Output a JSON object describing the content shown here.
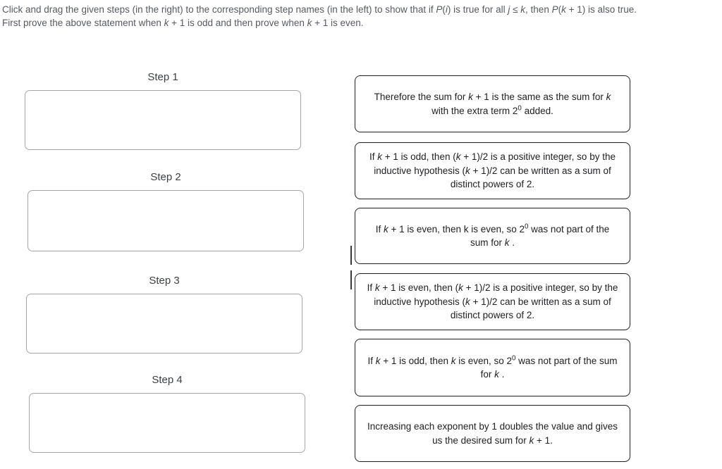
{
  "instructions": {
    "line1_html": "Click and drag the given steps (in the right) to the corresponding step names (in the left) to show that if <i>P</i>(<i>i</i>) is true for all <i>j</i> ≤ <i>k</i>, then <i>P</i>(<i>k</i> + 1) is also true.",
    "line2_html": "First prove the above statement when <i>k</i> + 1 is odd and then prove when <i>k</i> + 1 is even."
  },
  "steps": [
    {
      "label": "Step 1"
    },
    {
      "label": "Step 2"
    },
    {
      "label": "Step 3"
    },
    {
      "label": "Step 4"
    }
  ],
  "cards": [
    {
      "text_html": "Therefore the sum for <i>k</i> + 1 is the same as the sum for <i>k</i> with the extra term 2<sup>0</sup> added."
    },
    {
      "text_html": "If <i>k</i> + 1 is odd, then (<i>k</i> + 1)/2 is a positive integer, so by the inductive hypothesis (<i>k</i> + 1)/2 can be written as a sum of distinct powers of 2."
    },
    {
      "text_html": "If <i>k</i> + 1 is even, then k is even, so 2<sup>0</sup> was not part of the sum for <i>k</i> ."
    },
    {
      "text_html": "If <i>k</i> + 1 is even, then (<i>k</i> + 1)/2 is a positive integer, so by the inductive hypothesis (<i>k</i> + 1)/2 can be written as a sum of distinct powers of 2."
    },
    {
      "text_html": "If <i>k</i> + 1 is odd, then <i>k</i> is even, so 2<sup>0</sup> was not part of the sum for <i>k</i> ."
    },
    {
      "text_html": "Increasing each exponent by 1 doubles the value and gives us the desired sum for <i>k</i> + 1."
    }
  ],
  "colors": {
    "instruction_text": "#565a60",
    "card_border": "#1f2023",
    "dropzone_border": "#a6a6a6",
    "card_text": "#202124"
  }
}
